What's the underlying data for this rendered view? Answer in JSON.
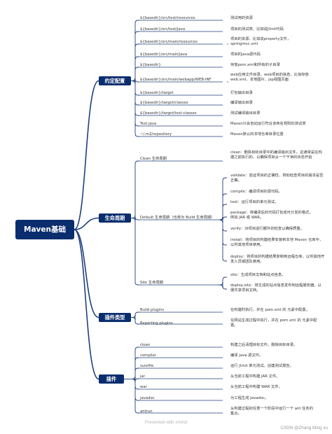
{
  "root": "Maven基础",
  "categories": {
    "convention": "约定配置",
    "lifecycle": "生命周期",
    "plugin_types": "插件类型",
    "plugins": "插件"
  },
  "convention_items": [
    {
      "label": "${basedir}/src/test/resources",
      "desc": "测试用的资源"
    },
    {
      "label": "${basedir}/src/test/java",
      "desc": "项目的测试类，比如说JUnit代码"
    },
    {
      "label": "${basedir}/src/main/resources",
      "desc": "项目的资源，比如说property文件，springmvc.xml"
    },
    {
      "label": "${basedir}/src/main/java",
      "desc": "项目的java源代码"
    },
    {
      "label": "${basedir}",
      "desc": "存放pom.xml和所有的子目录"
    },
    {
      "label": "${basedir}/src/main/webapp/WEB-INF",
      "desc": "web应用文件目录，web项目的信息，比如存放web.xml、本地图片、jsp视图页面"
    },
    {
      "label": "${basedir}/target",
      "desc": "打包输出目录"
    },
    {
      "label": "${basedir}/target/classes",
      "desc": "编译输出目录"
    },
    {
      "label": "${basedir}/target/test-classes",
      "desc": "测试编译输出目录"
    },
    {
      "label": "Test.java",
      "desc": "Maven只会自动运行符合该命名规则的测试类"
    },
    {
      "label": "~/.m2/repository",
      "desc": "Maven默认的本地仓库目录位置"
    }
  ],
  "lifecycle_items": {
    "clean": {
      "label": "Clean 生命周期",
      "desc": "clean：删除目标目录中的编译输出文件。这通常是在构建之前执行的，以确保项目从一个干净的状态开始"
    },
    "default": {
      "label": "Default 生命周期（也称为 Build 生命周期）"
    },
    "site": {
      "label": "Site 生命周期"
    }
  },
  "default_phases": [
    "validate：验证项目的正确性，例如检查项目的版本是否正确。",
    "compile：编译项目的源代码。",
    "test：运行项目的单元测试。",
    "package：将编译后的代码打包成可分发的格式，例如 JAR 或 WAR。",
    "verify：对项目进行额外的检查以确保质量。",
    "install：将项目的构建结果安装到本地 Maven 仓库中，以供其他项目使用。",
    "deploy：将项目的构建结果复制到远程仓库，以供其他开发人员或团队使用。"
  ],
  "site_phases": [
    "site：生成项目文档和站点信息。",
    "deploy-site：将生成的站点信息发布到远程服务器，以便共享项目文档。"
  ],
  "plugin_type_items": [
    {
      "label": "Build plugins",
      "desc": "在构建时执行，并在 pom.xml 的 元素中配置。"
    },
    {
      "label": "Reporting plugins",
      "desc": "在网站生成过程中执行，并在 pom.xml 的 元素中配置。"
    }
  ],
  "plugin_items": [
    {
      "label": "clean",
      "desc": "构建之后清理目标文件。删除目标目录。"
    },
    {
      "label": "compiler",
      "desc": "编译 Java 源文件。"
    },
    {
      "label": "surefile",
      "desc": "运行 JUnit 单元测试。创建测试报告。"
    },
    {
      "label": "jar",
      "desc": "从当前工程中构建 JAR 文件。"
    },
    {
      "label": "war",
      "desc": "从当前工程中构建 WAR 文件。"
    },
    {
      "label": "javadoc",
      "desc": "为工程生成 Javadoc。"
    },
    {
      "label": "antrun",
      "desc": "从构建过程的任意一个阶段中运行一个 ant 任务的集合。"
    }
  ],
  "footer": "Presented with xmind",
  "credit": "CSDN @Zhang Ming xu",
  "colors": {
    "accent": "#0a2d6e",
    "line": "#1f3f7d"
  }
}
